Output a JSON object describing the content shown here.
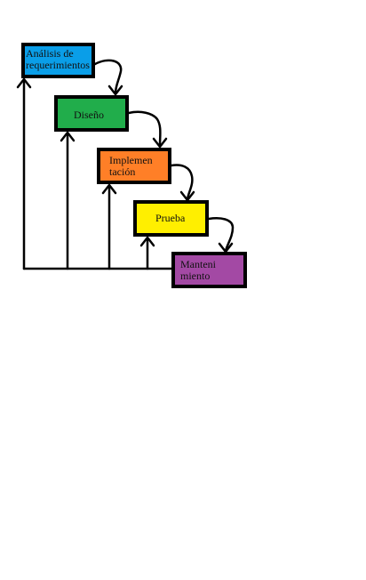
{
  "diagram": {
    "type": "waterfall-process",
    "stages": [
      {
        "id": "analisis",
        "label": "Análisis de\nrequerimientos",
        "color": "#0a9ee8"
      },
      {
        "id": "diseno",
        "label": "Diseño",
        "color": "#21ad4b"
      },
      {
        "id": "implementacion",
        "label": "Implemen\ntación",
        "color": "#ff7f27"
      },
      {
        "id": "prueba",
        "label": "Prueba",
        "color": "#ffef00"
      },
      {
        "id": "mantenimiento",
        "label": "Manteni\nmiento",
        "color": "#a349a4"
      }
    ],
    "edges": [
      {
        "from": "analisis",
        "to": "diseno"
      },
      {
        "from": "diseno",
        "to": "implementacion"
      },
      {
        "from": "implementacion",
        "to": "prueba"
      },
      {
        "from": "prueba",
        "to": "mantenimiento"
      },
      {
        "from": "mantenimiento",
        "to": "analisis"
      },
      {
        "from": "mantenimiento",
        "to": "diseno"
      },
      {
        "from": "mantenimiento",
        "to": "implementacion"
      },
      {
        "from": "mantenimiento",
        "to": "prueba"
      }
    ],
    "line_color": "#000000"
  }
}
